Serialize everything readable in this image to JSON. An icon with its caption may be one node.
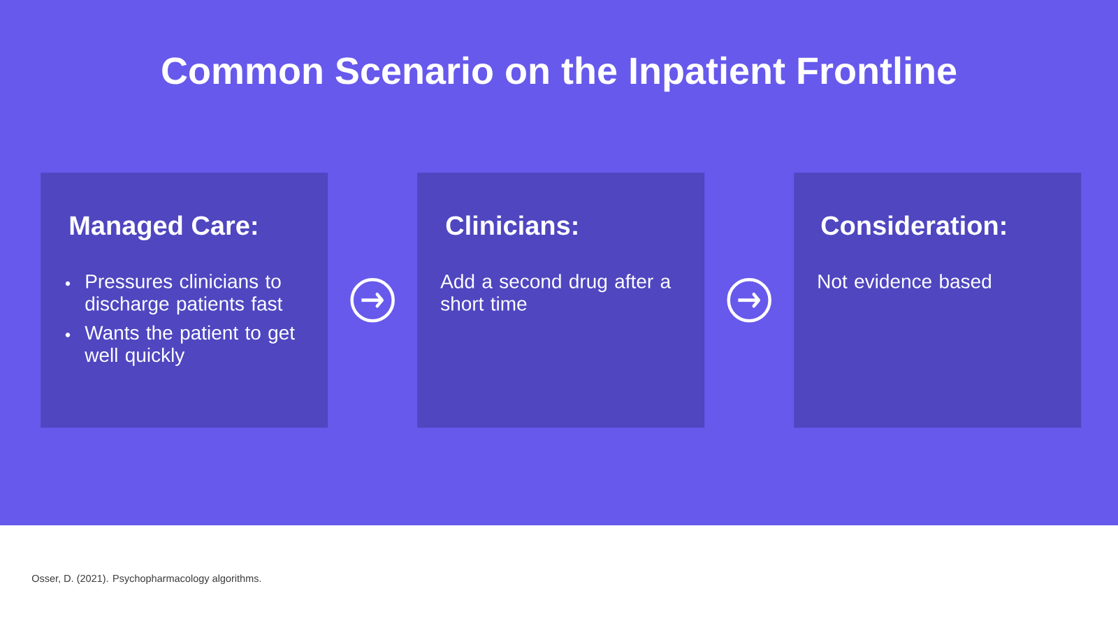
{
  "diagram": {
    "title": "Common Scenario on the Inpatient Frontline",
    "nodes": [
      {
        "text": [
          "Managed Care:",
          "Pressures clinicians to discharge patients fast",
          "Wants the patient to get well quickly"
        ]
      },
      {
        "text": [
          "Clinicians:",
          "Add a second drug after a short time"
        ]
      },
      {
        "text": [
          "Consideration:",
          "Not evidence based"
        ]
      }
    ],
    "edges": [
      {
        "from": 0,
        "to": 1,
        "arrow": "to"
      },
      {
        "from": 1,
        "to": 2,
        "arrow": "to"
      }
    ],
    "labels": [
      "Osser, D. (2021). Psychopharmacology algorithms."
    ]
  }
}
